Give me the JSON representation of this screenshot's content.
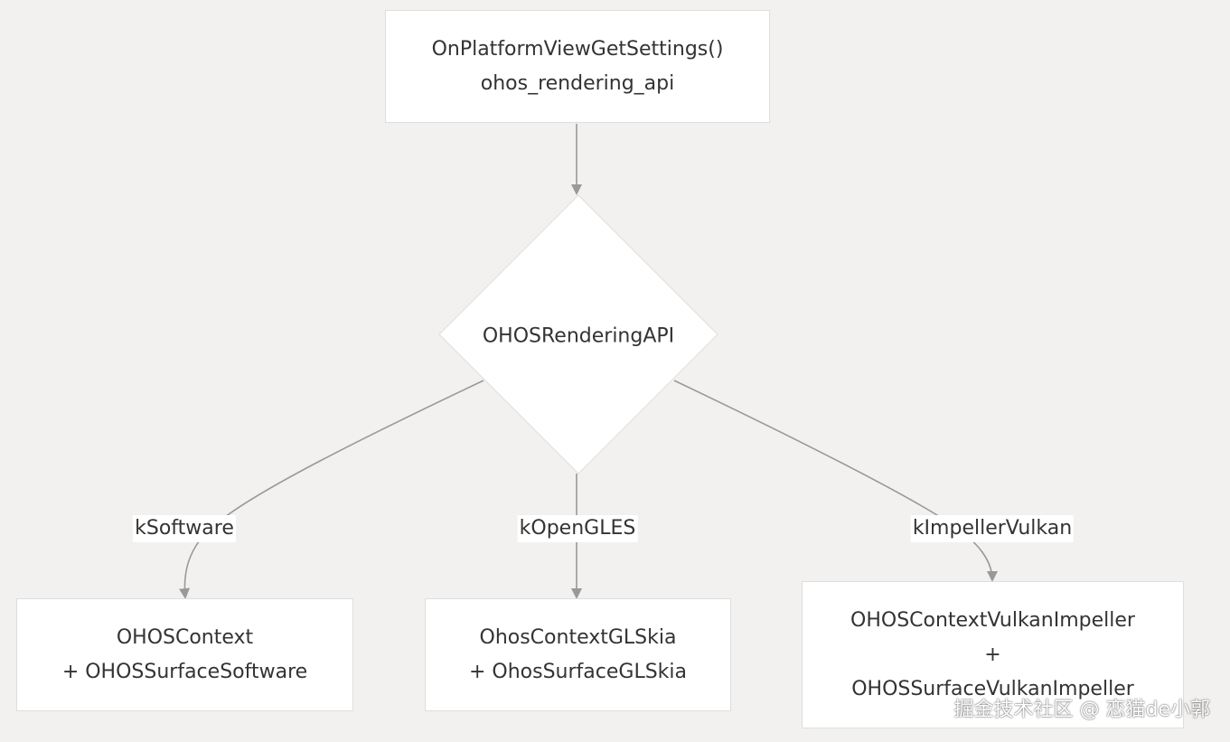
{
  "nodes": {
    "start": {
      "line1": "OnPlatformViewGetSettings()",
      "line2": "ohos_rendering_api"
    },
    "decision": {
      "label": "OHOSRenderingAPI"
    },
    "software": {
      "line1": "OHOSContext",
      "line2": "+ OHOSSurfaceSoftware"
    },
    "gles": {
      "line1": "OhosContextGLSkia",
      "line2": "+ OhosSurfaceGLSkia"
    },
    "vulkan": {
      "line1": "OHOSContextVulkanImpeller",
      "line2": "+",
      "line3": "OHOSSurfaceVulkanImpeller"
    }
  },
  "edges": {
    "software": "kSoftware",
    "gles": "kOpenGLES",
    "vulkan": "kImpellerVulkan"
  },
  "watermark": "掘金技术社区 @ 恋猫de小郭",
  "colors": {
    "background": "#f2f1ef",
    "node_fill": "#ffffff",
    "node_border": "#dedede",
    "edge": "#999999",
    "text": "#333333"
  }
}
